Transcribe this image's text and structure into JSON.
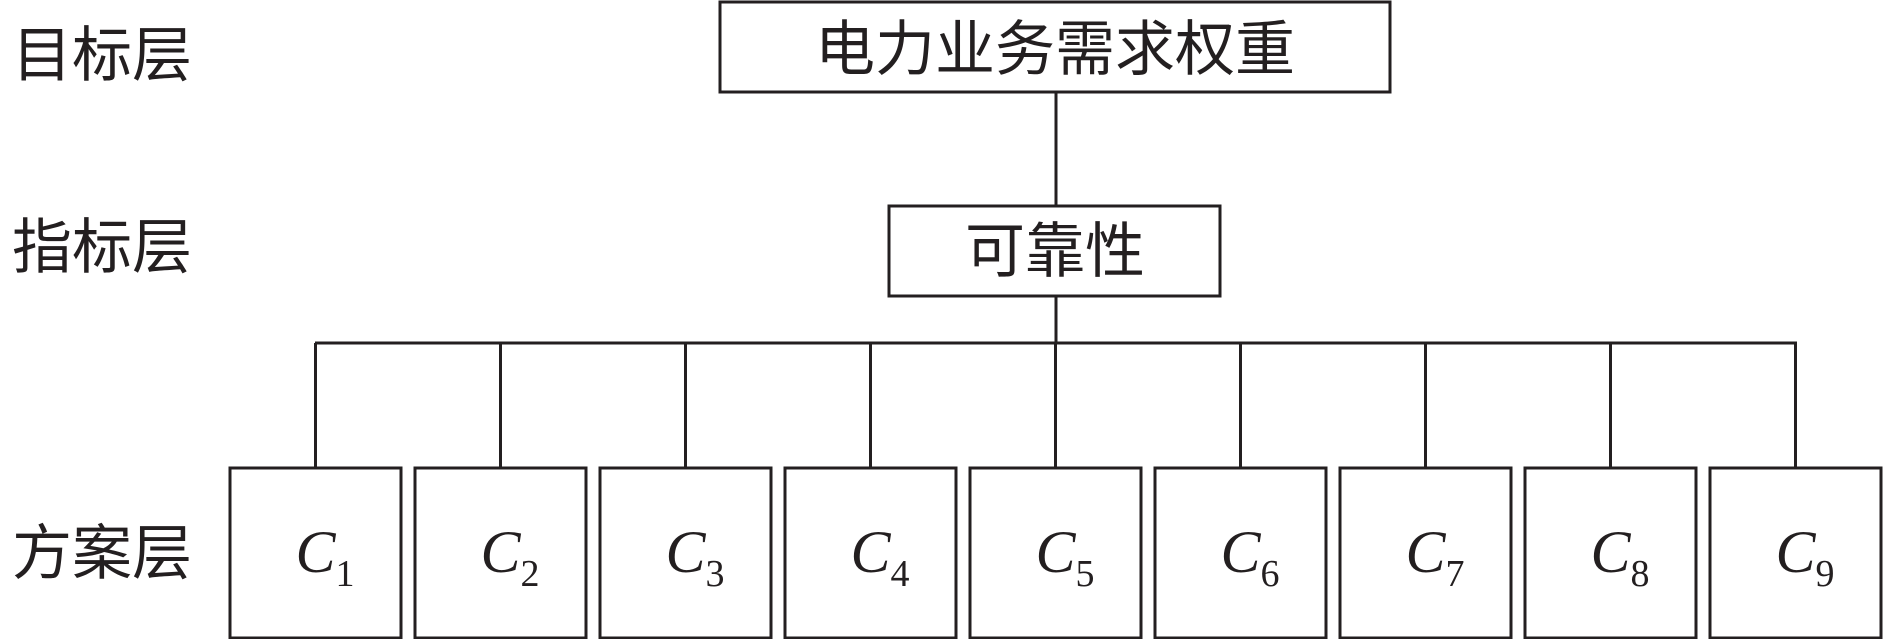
{
  "levels": {
    "goal": "目标层",
    "indicator": "指标层",
    "alternative": "方案层"
  },
  "goal_node": "电力业务需求权重",
  "indicator_node": "可靠性",
  "alternatives": [
    {
      "letter": "C",
      "sub": "1"
    },
    {
      "letter": "C",
      "sub": "2"
    },
    {
      "letter": "C",
      "sub": "3"
    },
    {
      "letter": "C",
      "sub": "4"
    },
    {
      "letter": "C",
      "sub": "5"
    },
    {
      "letter": "C",
      "sub": "6"
    },
    {
      "letter": "C",
      "sub": "7"
    },
    {
      "letter": "C",
      "sub": "8"
    },
    {
      "letter": "C",
      "sub": "9"
    }
  ]
}
